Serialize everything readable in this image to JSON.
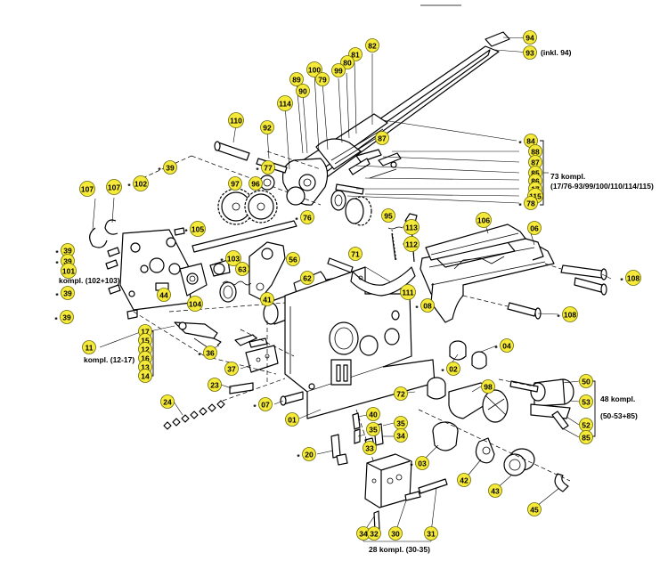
{
  "colors": {
    "badge_fill": "#f5e93a",
    "badge_stroke": "#6b6b00",
    "line": "#000000",
    "background": "#ffffff"
  },
  "labels": [
    {
      "id": "94",
      "prefix": ""
    },
    {
      "id": "93",
      "prefix": ""
    },
    {
      "id": "82",
      "prefix": ""
    },
    {
      "id": "81",
      "prefix": ""
    },
    {
      "id": "80",
      "prefix": ""
    },
    {
      "id": "99",
      "prefix": ""
    },
    {
      "id": "100",
      "prefix": ""
    },
    {
      "id": "79",
      "prefix": ""
    },
    {
      "id": "89",
      "prefix": ""
    },
    {
      "id": "90",
      "prefix": ""
    },
    {
      "id": "114",
      "prefix": ""
    },
    {
      "id": "110",
      "prefix": ""
    },
    {
      "id": "92",
      "prefix": ""
    },
    {
      "id": "77",
      "prefix": "*"
    },
    {
      "id": "97",
      "prefix": ""
    },
    {
      "id": "96",
      "prefix": ""
    },
    {
      "id": "76",
      "prefix": "*"
    },
    {
      "id": "95",
      "prefix": ""
    },
    {
      "id": "87",
      "prefix": ""
    },
    {
      "id": "84",
      "prefix": "*"
    },
    {
      "id": "88",
      "prefix": ""
    },
    {
      "id": "87b",
      "text": "87",
      "prefix": ""
    },
    {
      "id": "85",
      "prefix": ""
    },
    {
      "id": "86",
      "prefix": ""
    },
    {
      "id": "17",
      "prefix": ""
    },
    {
      "id": "115",
      "prefix": ""
    },
    {
      "id": "78",
      "prefix": "*"
    },
    {
      "id": "107a",
      "text": "107",
      "prefix": ""
    },
    {
      "id": "107b",
      "text": "107",
      "prefix": ""
    },
    {
      "id": "102",
      "prefix": "*"
    },
    {
      "id": "39a",
      "text": "39",
      "prefix": "*"
    },
    {
      "id": "39b",
      "text": "39",
      "prefix": "*"
    },
    {
      "id": "39c",
      "text": "39",
      "prefix": "*"
    },
    {
      "id": "101",
      "prefix": ""
    },
    {
      "id": "39d",
      "text": "39",
      "prefix": "*"
    },
    {
      "id": "39e",
      "text": "39",
      "prefix": "*"
    },
    {
      "id": "105",
      "prefix": "*"
    },
    {
      "id": "103",
      "prefix": "*"
    },
    {
      "id": "63",
      "prefix": ""
    },
    {
      "id": "56",
      "prefix": ""
    },
    {
      "id": "44",
      "prefix": ""
    },
    {
      "id": "104",
      "prefix": ""
    },
    {
      "id": "62",
      "prefix": ""
    },
    {
      "id": "41",
      "prefix": ""
    },
    {
      "id": "71",
      "prefix": ""
    },
    {
      "id": "113",
      "prefix": ""
    },
    {
      "id": "112",
      "prefix": ""
    },
    {
      "id": "106",
      "prefix": ""
    },
    {
      "id": "06",
      "prefix": ""
    },
    {
      "id": "108a",
      "text": "108",
      "prefix": "*"
    },
    {
      "id": "111",
      "prefix": ""
    },
    {
      "id": "08",
      "prefix": "*"
    },
    {
      "id": "108b",
      "text": "108",
      "prefix": "*"
    },
    {
      "id": "17b",
      "text": "17",
      "prefix": ""
    },
    {
      "id": "15",
      "prefix": ""
    },
    {
      "id": "12",
      "prefix": ""
    },
    {
      "id": "16",
      "prefix": ""
    },
    {
      "id": "13",
      "prefix": ""
    },
    {
      "id": "14",
      "prefix": ""
    },
    {
      "id": "11",
      "prefix": ""
    },
    {
      "id": "36",
      "prefix": "*"
    },
    {
      "id": "37",
      "prefix": ""
    },
    {
      "id": "23",
      "prefix": ""
    },
    {
      "id": "24",
      "prefix": ""
    },
    {
      "id": "07",
      "prefix": "*"
    },
    {
      "id": "01",
      "prefix": ""
    },
    {
      "id": "04",
      "prefix": "*"
    },
    {
      "id": "02",
      "prefix": "*"
    },
    {
      "id": "72",
      "prefix": ""
    },
    {
      "id": "98",
      "prefix": ""
    },
    {
      "id": "40",
      "prefix": ""
    },
    {
      "id": "35a",
      "text": "35",
      "prefix": ""
    },
    {
      "id": "35b",
      "text": "35",
      "prefix": ""
    },
    {
      "id": "34",
      "prefix": ""
    },
    {
      "id": "33",
      "prefix": ""
    },
    {
      "id": "20",
      "prefix": "*"
    },
    {
      "id": "03",
      "prefix": "*"
    },
    {
      "id": "42",
      "prefix": ""
    },
    {
      "id": "43",
      "prefix": ""
    },
    {
      "id": "45",
      "prefix": ""
    },
    {
      "id": "50",
      "prefix": ""
    },
    {
      "id": "53",
      "prefix": ""
    },
    {
      "id": "52",
      "prefix": ""
    },
    {
      "id": "85b",
      "text": "85",
      "prefix": ""
    },
    {
      "id": "34b",
      "text": "34",
      "prefix": ""
    },
    {
      "id": "32",
      "prefix": ""
    },
    {
      "id": "30",
      "prefix": ""
    },
    {
      "id": "31",
      "prefix": ""
    }
  ],
  "notes": {
    "inkl94": "(inkl. 94)",
    "kit73_line1": "73 kompl.",
    "kit73_line2": "(17/76-93/99/100/110/114/115)",
    "kit102": "kompl. (102+103)",
    "kit11": "kompl. (12-17)",
    "kit48_line1": "48 kompl.",
    "kit48_line2": "(50-53+85)",
    "kit28": "28 kompl. (30-35)"
  }
}
